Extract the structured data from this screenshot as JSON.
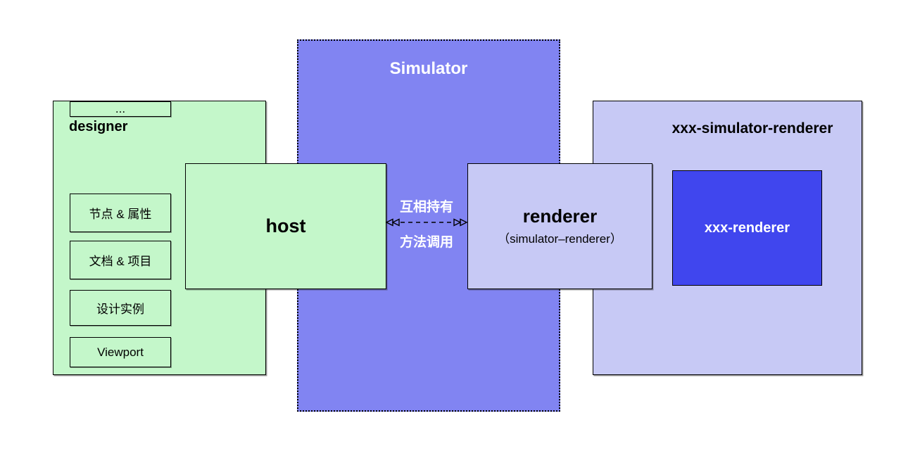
{
  "colors": {
    "simulator_fill": "#8184f2",
    "green_fill": "#c4f7ca",
    "lavender_fill": "#c7c9f5",
    "blue_fill": "#4046ee",
    "border": "#000000",
    "text_dark": "#000000",
    "text_light": "#ffffff"
  },
  "simulator": {
    "title": "Simulator"
  },
  "designer": {
    "title": "designer",
    "items": [
      {
        "label": "节点 & 属性"
      },
      {
        "label": "文档 & 项目"
      },
      {
        "label": "设计实例"
      },
      {
        "label": "Viewport"
      },
      {
        "label": "..."
      }
    ]
  },
  "host": {
    "title": "host"
  },
  "renderer": {
    "title": "renderer",
    "subtitle": "（simulator–renderer）"
  },
  "xxx_simulator_renderer": {
    "title": "xxx-simulator-renderer"
  },
  "xxx_renderer": {
    "title": "xxx-renderer"
  },
  "relation": {
    "top_label": "互相持有",
    "bottom_label": "方法调用"
  }
}
